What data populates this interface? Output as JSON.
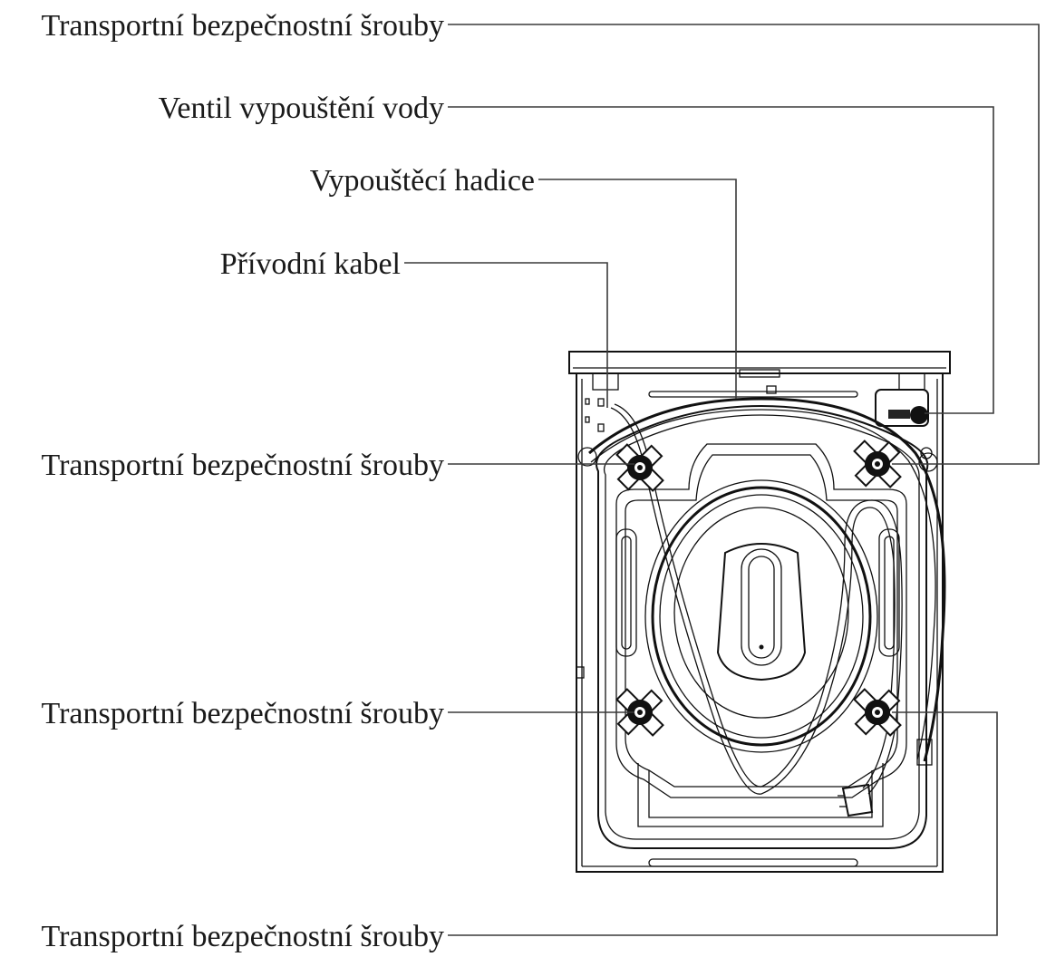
{
  "callouts": [
    {
      "id": "top-right-screw",
      "label": "Transportní bezpečnostní šrouby"
    },
    {
      "id": "drain-valve",
      "label": "Ventil vypouštění vody"
    },
    {
      "id": "drain-hose",
      "label": "Vypouštěcí hadice"
    },
    {
      "id": "power-cable",
      "label": "Přívodní kabel"
    },
    {
      "id": "upper-left-screw",
      "label": "Transportní bezpečnostní šrouby"
    },
    {
      "id": "lower-left-screw",
      "label": "Transportní bezpečnostní šrouby"
    },
    {
      "id": "lower-right-screw",
      "label": "Transportní bezpečnostní šrouby"
    }
  ]
}
